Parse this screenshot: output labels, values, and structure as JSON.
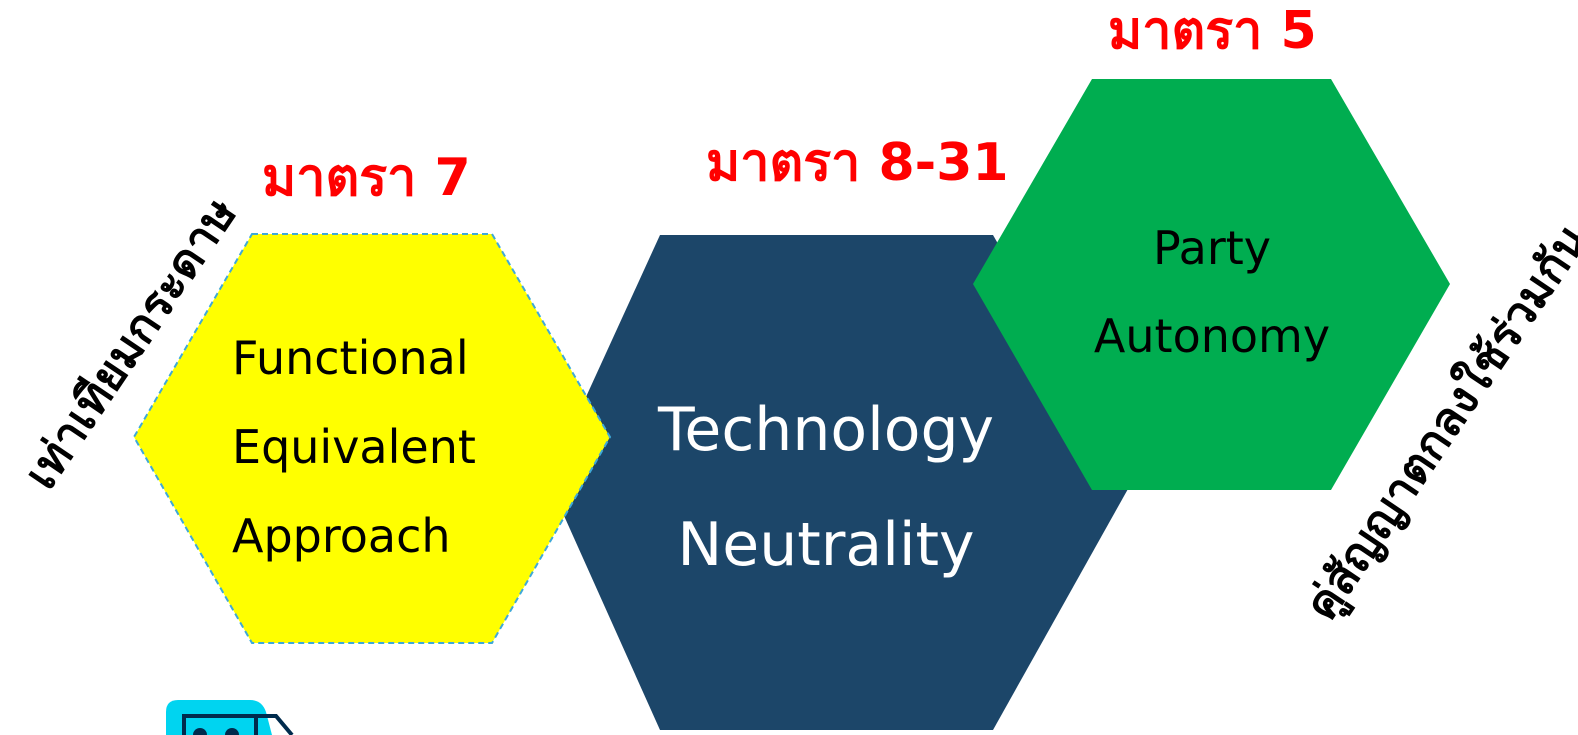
{
  "diagram": {
    "colors": {
      "hex_yellow": "#ffff00",
      "hex_yellow_border": "#3fa9d8",
      "hex_navy": "#1c4669",
      "hex_green": "#00ad50",
      "law_label": "#ff0000",
      "icon_cyan": "#00d4f0"
    },
    "left_hexagon": {
      "law_label": "มาตรา 7",
      "lines": [
        "Functional",
        "Equivalent",
        "Approach"
      ],
      "side_caption": "เท่าเทียมกระดาษ"
    },
    "center_hexagon": {
      "law_label": "มาตรา 8-31",
      "lines": [
        "Technology",
        "Neutrality"
      ]
    },
    "right_hexagon": {
      "law_label": "มาตรา 5",
      "lines": [
        "Party",
        "Autonomy"
      ],
      "side_caption": "คู่สัญญาตกลงใช้ร่วมกัน"
    },
    "corner_icon": "truck-icon"
  }
}
